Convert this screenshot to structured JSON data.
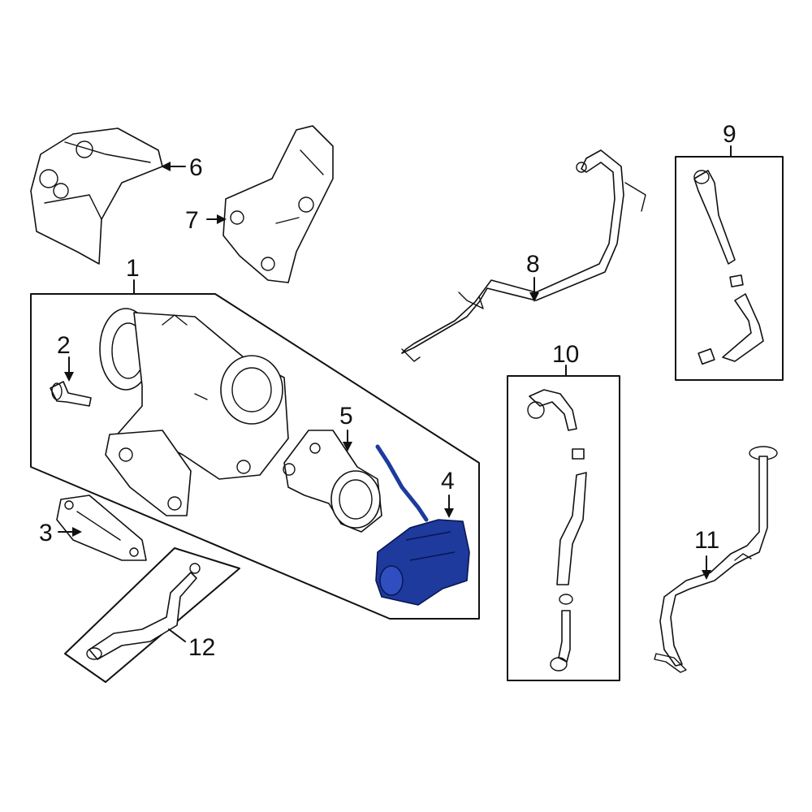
{
  "callouts": {
    "c1": "1",
    "c2": "2",
    "c3": "3",
    "c4": "4",
    "c5": "5",
    "c6": "6",
    "c7": "7",
    "c8": "8",
    "c9": "9",
    "c10": "10",
    "c11": "11",
    "c12": "12"
  },
  "colors": {
    "highlight": "#1d3a9c",
    "line": "#111111",
    "background": "#ffffff"
  },
  "highlighted_part": "4"
}
